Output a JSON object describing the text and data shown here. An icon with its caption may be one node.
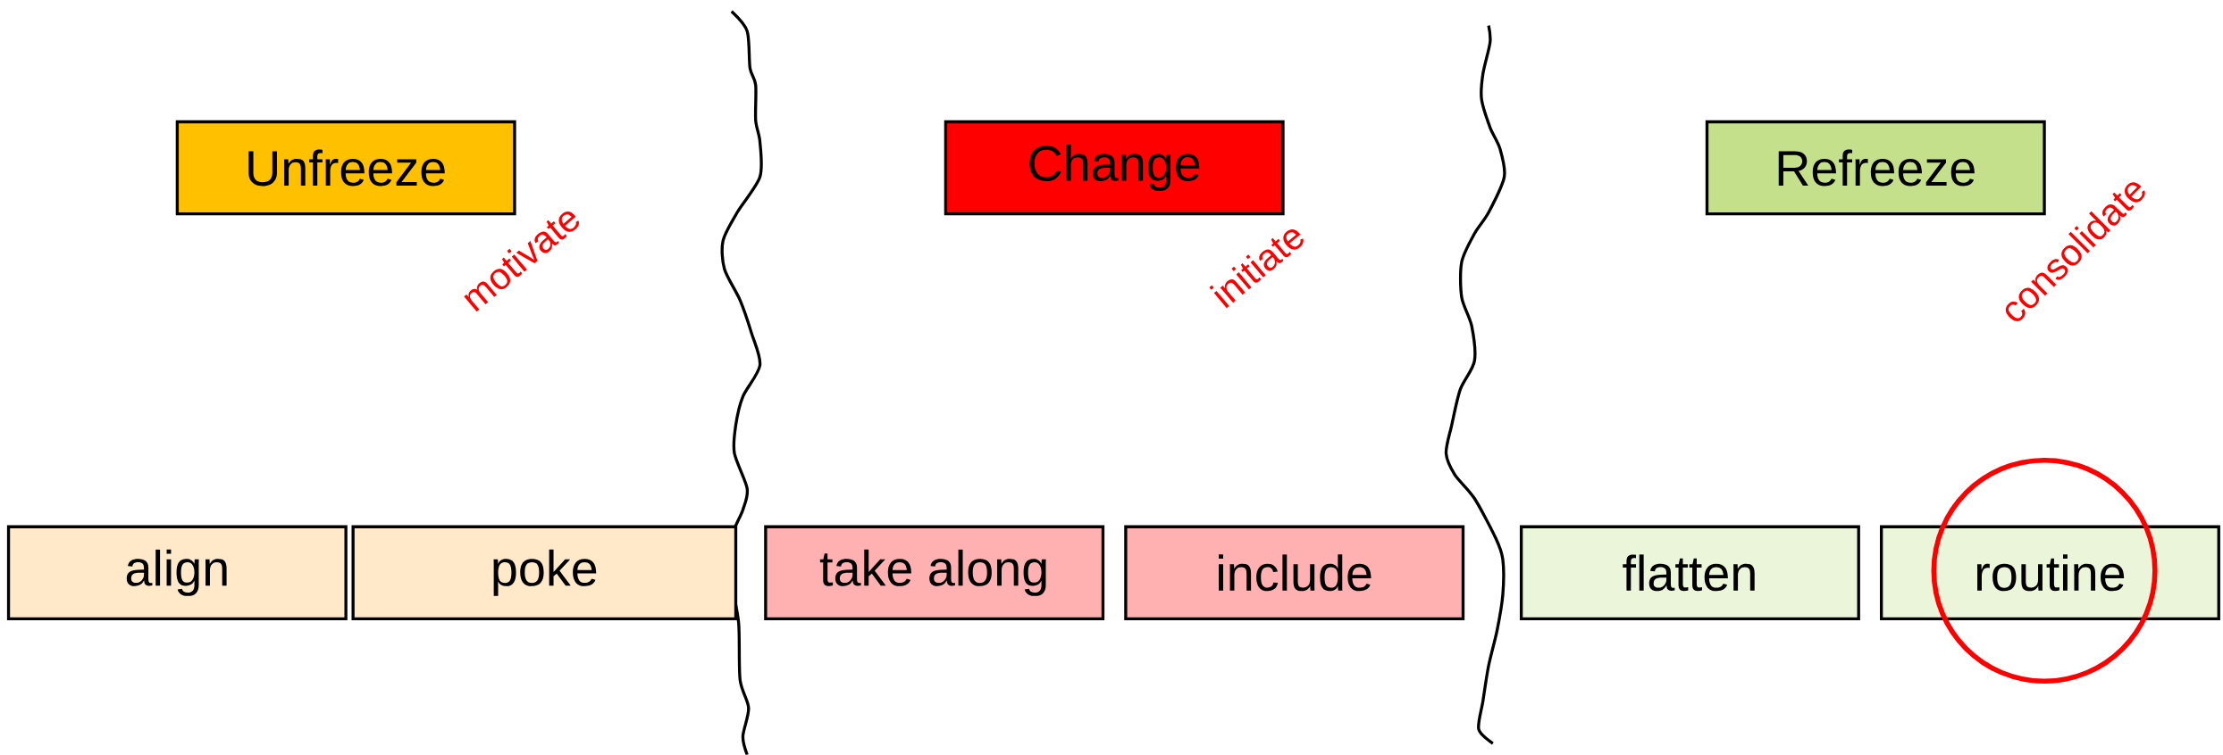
{
  "diagram": {
    "nodes": [
      {
        "text": [
          "Unfreeze"
        ]
      },
      {
        "text": [
          "Change"
        ]
      },
      {
        "text": [
          "Refreeze"
        ]
      },
      {
        "text": [
          "align"
        ]
      },
      {
        "text": [
          "poke"
        ]
      },
      {
        "text": [
          "take along"
        ]
      },
      {
        "text": [
          "include"
        ]
      },
      {
        "text": [
          "flatten"
        ]
      },
      {
        "text": [
          "routine"
        ]
      },
      {
        "text": [],
        "shape": "circle"
      }
    ],
    "labels": [
      "motivate",
      "initiate",
      "consolidate"
    ]
  }
}
